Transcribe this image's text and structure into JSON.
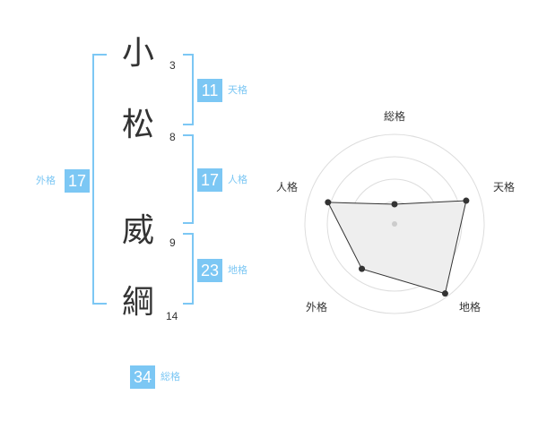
{
  "name": {
    "chars": [
      {
        "char": "小",
        "strokes": "3"
      },
      {
        "char": "松",
        "strokes": "8"
      },
      {
        "char": "威",
        "strokes": "9"
      },
      {
        "char": "綱",
        "strokes": "14"
      }
    ]
  },
  "fortunes": {
    "tenkaku": {
      "value": "11",
      "label": "天格"
    },
    "jinkaku": {
      "value": "17",
      "label": "人格"
    },
    "chikaku": {
      "value": "23",
      "label": "地格"
    },
    "gaikaku": {
      "value": "17",
      "label": "外格"
    },
    "soukaku": {
      "value": "34",
      "label": "総格"
    }
  },
  "colors": {
    "accent": "#7cc7f4",
    "text": "#333333",
    "fill": "#eeeeee"
  },
  "chart_data": {
    "type": "radar",
    "axes": [
      "総格",
      "天格",
      "地格",
      "外格",
      "人格"
    ],
    "values": [
      0.22,
      0.84,
      0.96,
      0.62,
      0.78
    ],
    "range": [
      0,
      1
    ],
    "rings": 4
  }
}
